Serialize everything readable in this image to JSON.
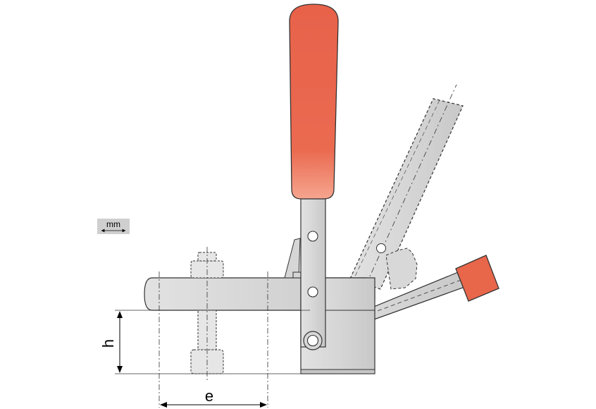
{
  "diagram": {
    "unit_label": "mm",
    "dimension_h": "h",
    "dimension_e": "e"
  },
  "colors": {
    "handle_red": "#e8664a",
    "handle_red_light": "#f08a70",
    "metal": "#d3d3d3",
    "metal_dark": "#bdbdbd",
    "outline": "#333333",
    "unit_badge_bg": "#cfcfcf"
  }
}
